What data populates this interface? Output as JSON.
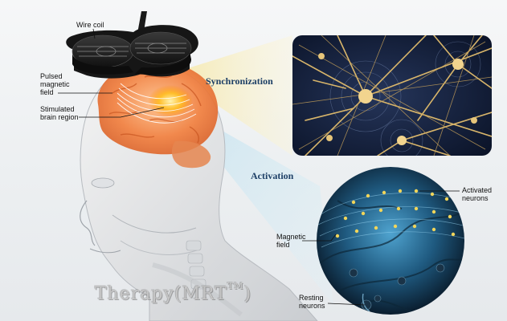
{
  "labels": {
    "wire_coil": "Wire coil",
    "pulsed_field_line1": "Pulsed",
    "pulsed_field_line2": "magnetic",
    "pulsed_field_line3": "field",
    "stimulated_line1": "Stimulated",
    "stimulated_line2": "brain region",
    "synchronization": "Synchronization",
    "activation": "Activation",
    "activated_line1": "Activated",
    "activated_line2": "neurons",
    "magnetic_field_line1": "Magnetic",
    "magnetic_field_line2": "field",
    "resting_line1": "Resting",
    "resting_line2": "neurons"
  },
  "watermark": {
    "text": "Therapy(MRT",
    "superscript": "TM",
    "close": ")"
  },
  "colors": {
    "background": "#eceff1",
    "coil": "#1c1c1c",
    "brain": "#f07a3a",
    "stimulated_region": "#ffb21e",
    "beam": "#f3e9a6",
    "neuron_gold": "#d8b56a",
    "neuron_bg": "#0e1a33",
    "activation_blue": "#3a8fc4",
    "heading_text": "#1d3f66"
  },
  "icons": {
    "coil": "figure-eight-coil-icon",
    "head": "head-profile-icon"
  }
}
